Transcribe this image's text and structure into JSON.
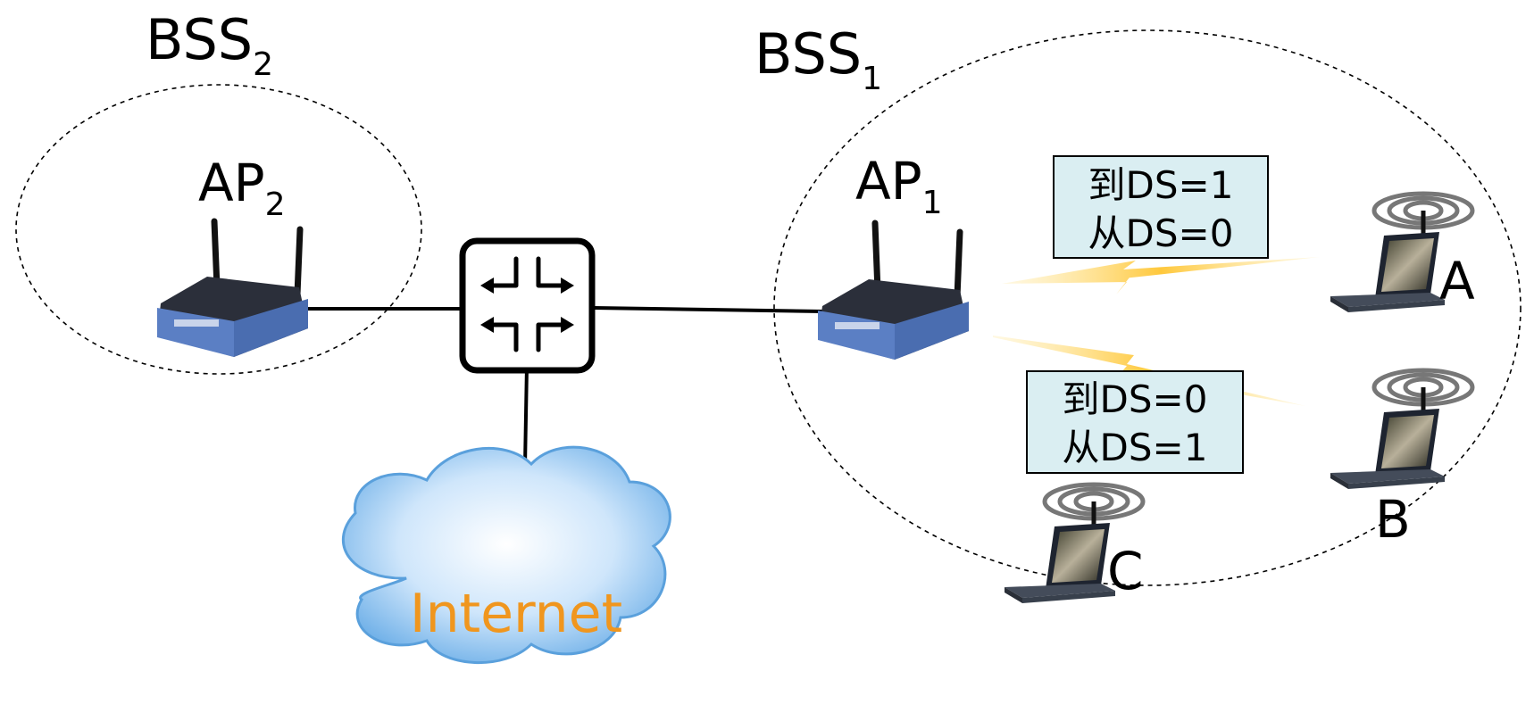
{
  "bss2": {
    "name": "BSS",
    "sub": "2"
  },
  "bss1": {
    "name": "BSS",
    "sub": "1"
  },
  "ap2": {
    "name": "AP",
    "sub": "2"
  },
  "ap1": {
    "name": "AP",
    "sub": "1"
  },
  "box_top": {
    "line1": "到DS=1",
    "line2": "从DS=0"
  },
  "box_bottom": {
    "line1": "到DS=0",
    "line2": "从DS=1"
  },
  "host_a": "A",
  "host_b": "B",
  "host_c": "C",
  "internet": "Internet",
  "colors": {
    "internet_text": "#f0961e",
    "box_fill": "#daeef2",
    "router_blue": "#5b7fc4",
    "bolt": "#ffc83c",
    "cloud": "#a9d3f5"
  }
}
